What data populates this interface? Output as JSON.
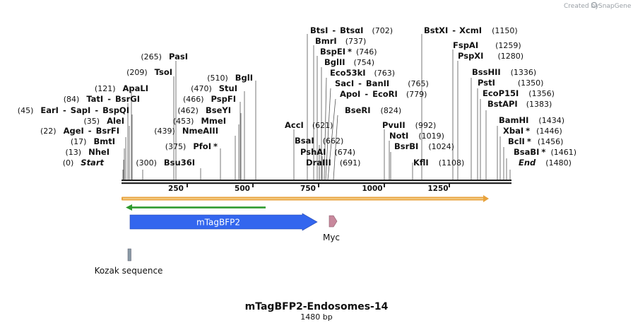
{
  "brand": {
    "created_by": "Created by",
    "name": "SnapGene"
  },
  "title": "mTagBFP2-Endosomes-14",
  "length_label": "1480 bp",
  "colors": {
    "backbone": "#222222",
    "orf": "#e8a23c",
    "orf_inner": "#f5d89a",
    "green_arrow": "#2e9a2e",
    "mtagbfp2": "#3366ee",
    "myc": "#c8889c",
    "kozak": "#8a9aa6"
  },
  "ruler": {
    "ticks": [
      "250",
      "500",
      "750",
      "1000",
      "1250"
    ]
  },
  "enzymes": [
    {
      "name": "BtsI",
      "sep": "-",
      "name2": "BtsαI",
      "pos": "(702)"
    },
    {
      "name": "BmrI",
      "pos": "(737)"
    },
    {
      "name": "BspEI",
      "star": "*",
      "pos": "(746)"
    },
    {
      "name": "BglII",
      "pos": "(754)"
    },
    {
      "name": "Eco53kI",
      "pos": "(763)"
    },
    {
      "name": "SacI",
      "sep": "-",
      "name2": "BanII",
      "pos": "(765)"
    },
    {
      "name": "ApoI",
      "sep": "-",
      "name2": "EcoRI",
      "pos": "(779)"
    },
    {
      "name": "BseRI",
      "pos": "(824)"
    },
    {
      "name": "AccI",
      "pos": "(621)"
    },
    {
      "name": "BsaI",
      "pos": "(662)"
    },
    {
      "name": "PshAI",
      "pos": "(674)"
    },
    {
      "name": "DraIII",
      "pos": "(691)"
    },
    {
      "name": "BstXI",
      "sep": "-",
      "name2": "XcmI",
      "pos": "(1150)"
    },
    {
      "name": "FspAI",
      "pos": "(1259)"
    },
    {
      "name": "PspXI",
      "pos": "(1280)"
    },
    {
      "name": "BssHII",
      "pos": "(1336)"
    },
    {
      "name": "PstI",
      "pos": "(1350)"
    },
    {
      "name": "EcoP15I",
      "pos": "(1356)"
    },
    {
      "name": "BstAPI",
      "pos": "(1383)"
    },
    {
      "name": "BamHI",
      "pos": "(1434)"
    },
    {
      "name": "XbaI",
      "star": "*",
      "pos": "(1446)"
    },
    {
      "name": "BclI",
      "star": "*",
      "pos": "(1456)"
    },
    {
      "name": "BsaBI",
      "star": "*",
      "pos": "(1461)"
    },
    {
      "name": "PvuII",
      "pos": "(992)"
    },
    {
      "name": "NotI",
      "pos": "(1019)"
    },
    {
      "name": "BsrBI",
      "pos": "(1024)"
    },
    {
      "name": "KflI",
      "pos": "(1108)"
    },
    {
      "name": "PasI",
      "pos": "(265)"
    },
    {
      "name": "TsoI",
      "pos": "(209)"
    },
    {
      "name": "ApaLI",
      "pos": "(121)"
    },
    {
      "name": "TatI",
      "sep": "-",
      "name2": "BsrGI",
      "pos": "(84)"
    },
    {
      "name": "EarI",
      "sep": "-",
      "name2": "SapI",
      "sep2": "-",
      "name3": "BspQI",
      "pos": "(45)"
    },
    {
      "name": "AleI",
      "pos": "(35)"
    },
    {
      "name": "AgeI",
      "sep": "-",
      "name2": "BsrFI",
      "pos": "(22)"
    },
    {
      "name": "BmtI",
      "pos": "(17)"
    },
    {
      "name": "NheI",
      "pos": "(13)"
    },
    {
      "name": "BglI",
      "pos": "(510)"
    },
    {
      "name": "StuI",
      "pos": "(470)"
    },
    {
      "name": "PspFI",
      "pos": "(466)"
    },
    {
      "name": "BseYI",
      "pos": "(462)"
    },
    {
      "name": "MmeI",
      "pos": "(453)"
    },
    {
      "name": "NmeAIII",
      "pos": "(439)"
    },
    {
      "name": "PfoI",
      "star": "*",
      "pos": "(375)"
    },
    {
      "name": "Bsu36I",
      "pos": "(300)"
    }
  ],
  "ends": {
    "start_pos": "(0)",
    "start": "Start",
    "end": "End",
    "end_pos": "(1480)"
  },
  "features": {
    "mtagbfp2": "mTagBFP2",
    "myc": "Myc",
    "kozak": "Kozak sequence"
  }
}
